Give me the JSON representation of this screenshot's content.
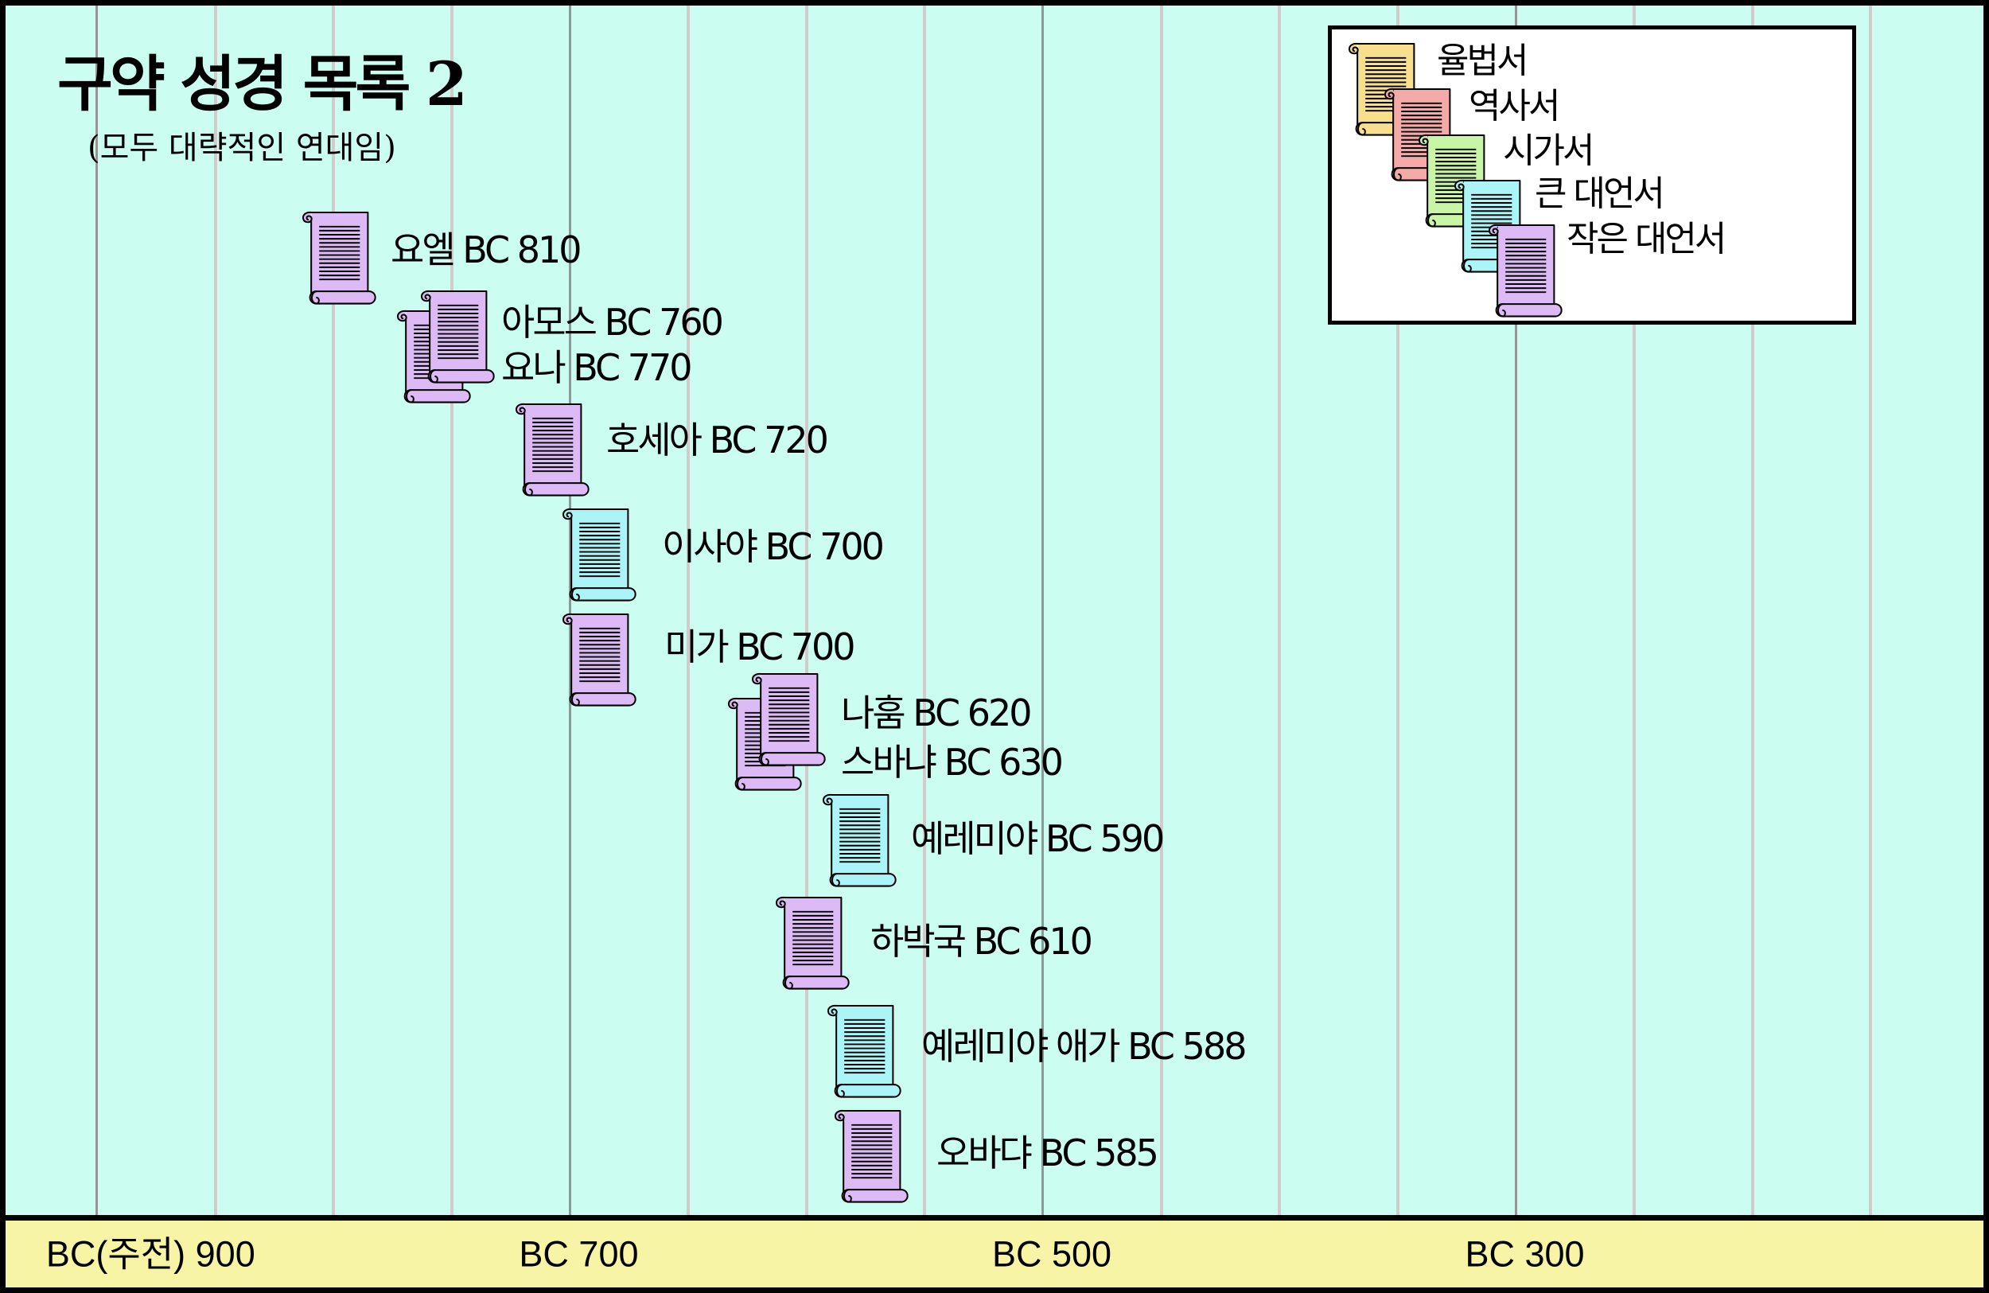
{
  "chart_data": {
    "type": "scatter",
    "title": "구약 성경 목록 2",
    "subtitle": "(모두 대략적인 연대임)",
    "x_axis": {
      "range": [
        941,
        100
      ],
      "reversed": true,
      "minor_step": 50,
      "ticks": [
        {
          "value": 900,
          "label": "BC(주전) 900"
        },
        {
          "value": 700,
          "label": "BC 700"
        },
        {
          "value": 500,
          "label": "BC 500"
        },
        {
          "value": 300,
          "label": "BC 300"
        }
      ]
    },
    "grid": true,
    "legend": "top-right",
    "year_prefix": "BC",
    "series": [
      {
        "name": "율법서",
        "color": "#f7df8e"
      },
      {
        "name": "역사서",
        "color": "#f4aaa6"
      },
      {
        "name": "시가서",
        "color": "#c9f6a4"
      },
      {
        "name": "큰 대언서",
        "color": "#abf4f7"
      },
      {
        "name": "작은 대언서",
        "color": "#ddbaf5"
      }
    ],
    "points": [
      {
        "name": "요엘",
        "year": 810,
        "series": 4
      },
      {
        "name": "아모스",
        "year": 760,
        "series": 4
      },
      {
        "name": "요나",
        "year": 770,
        "series": 4
      },
      {
        "name": "호세아",
        "year": 720,
        "series": 4
      },
      {
        "name": "이사야",
        "year": 700,
        "series": 3
      },
      {
        "name": "미가",
        "year": 700,
        "series": 4
      },
      {
        "name": "나훔",
        "year": 620,
        "series": 4
      },
      {
        "name": "스바냐",
        "year": 630,
        "series": 4
      },
      {
        "name": "예레미야",
        "year": 590,
        "series": 3
      },
      {
        "name": "하박국",
        "year": 610,
        "series": 4
      },
      {
        "name": "예레미야 애가",
        "year": 588,
        "series": 3
      },
      {
        "name": "오바댜",
        "year": 585,
        "series": 4
      }
    ]
  },
  "colors": {
    "background": "#ccfdf1",
    "axis_band": "#f7f4a6",
    "grid_major": "#959595",
    "grid_minor": "#d3cbcb",
    "frame": "#000000"
  }
}
